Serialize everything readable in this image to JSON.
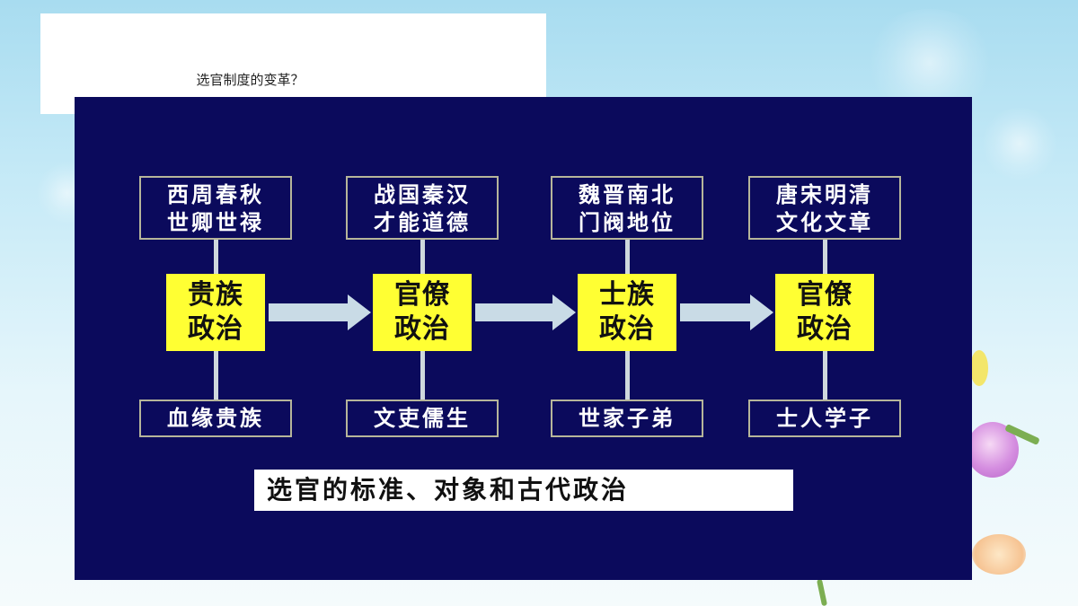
{
  "title": "选官制度的变革？",
  "diagram": {
    "stages": [
      {
        "period_line1": "西周春秋",
        "period_line2": "世卿世禄",
        "politics_line1": "贵族",
        "politics_line2": "政治",
        "officials": "血缘贵族"
      },
      {
        "period_line1": "战国秦汉",
        "period_line2": "才能道德",
        "politics_line1": "官僚",
        "politics_line2": "政治",
        "officials": "文吏儒生"
      },
      {
        "period_line1": "魏晋南北",
        "period_line2": "门阀地位",
        "politics_line1": "士族",
        "politics_line2": "政治",
        "officials": "世家子弟"
      },
      {
        "period_line1": "唐宋明清",
        "period_line2": "文化文章",
        "politics_line1": "官僚",
        "politics_line2": "政治",
        "officials": "士人学子"
      }
    ],
    "caption": "选官的标准、对象和古代政治"
  },
  "colors": {
    "panel_background": "#0b0a5c",
    "politics_box": "#ffff33",
    "box_border": "#b6b59a",
    "arrow": "#c9dbe6",
    "connector": "#cfd8dd"
  }
}
